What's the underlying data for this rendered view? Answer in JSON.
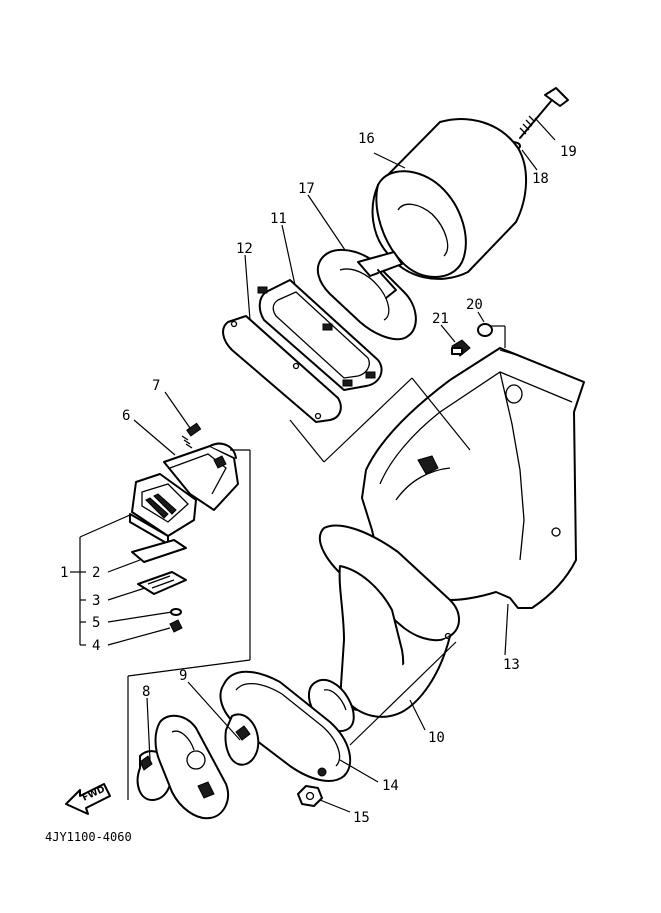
{
  "diagram": {
    "drawing_code": "4JY1100-4060",
    "forward_label": "FWD",
    "callouts": [
      {
        "id": "1",
        "label": "1"
      },
      {
        "id": "2",
        "label": "2"
      },
      {
        "id": "3",
        "label": "3"
      },
      {
        "id": "4",
        "label": "4"
      },
      {
        "id": "5",
        "label": "5"
      },
      {
        "id": "6",
        "label": "6"
      },
      {
        "id": "7",
        "label": "7"
      },
      {
        "id": "8",
        "label": "8"
      },
      {
        "id": "9",
        "label": "9"
      },
      {
        "id": "10",
        "label": "10"
      },
      {
        "id": "11",
        "label": "11"
      },
      {
        "id": "12",
        "label": "12"
      },
      {
        "id": "13",
        "label": "13"
      },
      {
        "id": "14",
        "label": "14"
      },
      {
        "id": "15",
        "label": "15"
      },
      {
        "id": "16",
        "label": "16"
      },
      {
        "id": "17",
        "label": "17"
      },
      {
        "id": "18",
        "label": "18"
      },
      {
        "id": "19",
        "label": "19"
      },
      {
        "id": "20",
        "label": "20"
      },
      {
        "id": "21",
        "label": "21"
      }
    ]
  }
}
